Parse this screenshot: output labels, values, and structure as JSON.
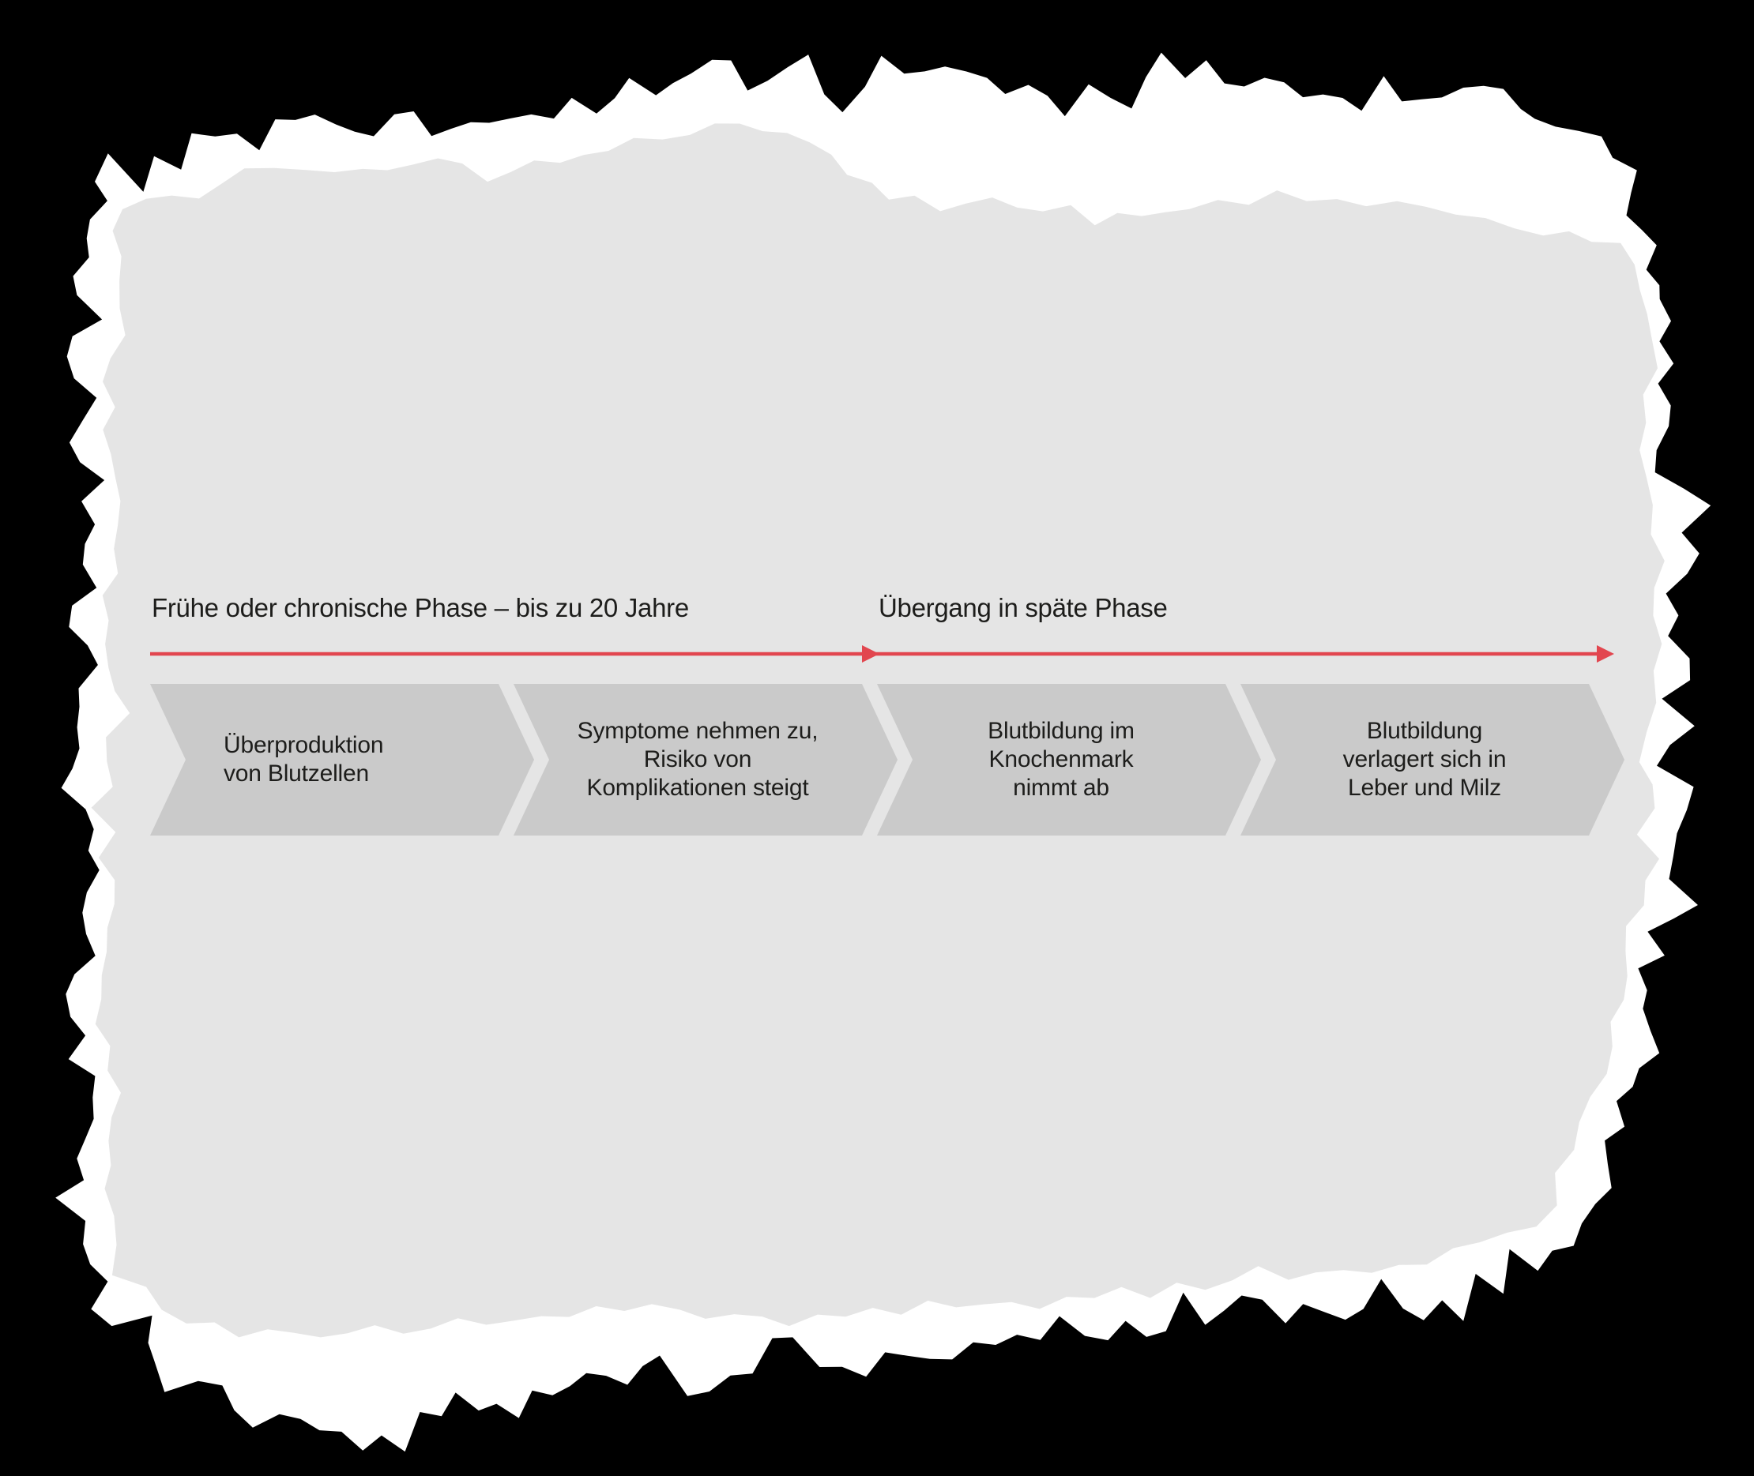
{
  "diagram": {
    "phase1_label": "Frühe oder chronische Phase – bis zu 20 Jahre",
    "phase2_label": "Übergang in späte Phase"
  },
  "stages": [
    {
      "lines": [
        "Überproduktion",
        "von Blutzellen"
      ]
    },
    {
      "lines": [
        "Symptome nehmen zu,",
        "Risiko von",
        "Komplikationen steigt"
      ]
    },
    {
      "lines": [
        "Blutbildung im",
        "Knochenmark",
        "nimmt ab"
      ]
    },
    {
      "lines": [
        "Blutbildung",
        "verlagert sich in",
        "Leber und Milz"
      ]
    }
  ],
  "colors": {
    "background": "#000000",
    "paper_gray": "#e5e5e5",
    "fringe_white": "#ffffff",
    "chevron_gray": "#cacaca",
    "text": "#1d1d1b",
    "timeline_red": "#e2464f"
  }
}
